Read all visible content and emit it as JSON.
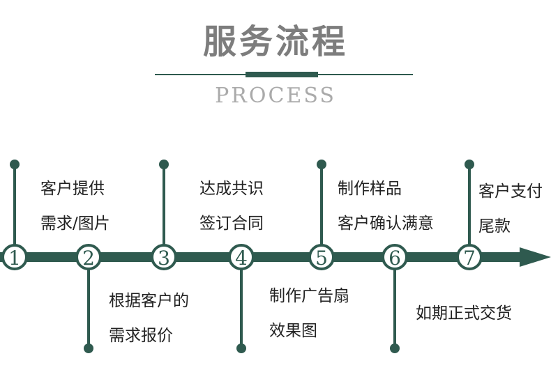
{
  "header": {
    "title": "服务流程",
    "subtitle": "PROCESS"
  },
  "colors": {
    "accent": "#2f5a4f",
    "title_gray": "#7d7d7d",
    "subtitle_gray": "#aaaaaa"
  },
  "steps": [
    {
      "number": "1",
      "position": "above",
      "lines": [
        "客户提供",
        "需求/图片"
      ]
    },
    {
      "number": "2",
      "position": "below",
      "lines": [
        "根据客户的",
        "需求报价"
      ]
    },
    {
      "number": "3",
      "position": "above",
      "lines": [
        "达成共识",
        "签订合同"
      ]
    },
    {
      "number": "4",
      "position": "below",
      "lines": [
        "制作广告扇",
        "效果图"
      ]
    },
    {
      "number": "5",
      "position": "above",
      "lines": [
        "制作样品",
        "客户确认满意"
      ]
    },
    {
      "number": "6",
      "position": "below",
      "lines": [
        "如期正式交货"
      ]
    },
    {
      "number": "7",
      "position": "above",
      "lines": [
        "客户支付",
        "尾款"
      ]
    }
  ]
}
